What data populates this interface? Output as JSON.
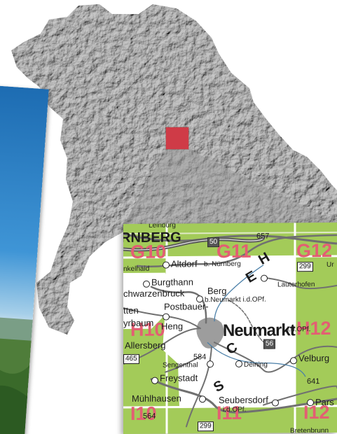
{
  "overview": {
    "relief_color": "#c9c9c9",
    "locator_color": "#cf3b47"
  },
  "map_sheet": {
    "grid_labels": [
      "G10",
      "G11",
      "G12",
      "H10",
      "H12",
      "I10",
      "I11",
      "I12"
    ],
    "places": {
      "nurnberg": "RNBERG",
      "leinburg": "Leinburg",
      "altdorf": "Altdorf",
      "altdorf_suffix": "b. Nürnberg",
      "winkelhaid": "nkelhaid",
      "burgthann": "Burgthann",
      "schwarzenbruck": "chwarzenbruck",
      "berg": "Berg",
      "berg_suffix": "b.Neumarkt i.d.OPf.",
      "lauterhofen": "Lauterhofen",
      "postbauer": "Postbauer-",
      "heng": "Heng",
      "feucht": "tten",
      "pyrbaum": "yrbaum",
      "allersberg": "Allersberg",
      "neumarkt": "Neumarkt",
      "neumarkt_suffix": "i.d.OPf.",
      "sengenthal": "Sengenthal",
      "deining": "Deining",
      "velburg": "Velburg",
      "freystadt": "Freystadt",
      "muhlhausen": "Mühlhausen",
      "seubersdorf": "Seubersdorf",
      "seubersdorf_suffix": "i.d.OPf.",
      "parsberg": "Pars",
      "unterrieden": "Ur",
      "breitenbrunn": "Bretenbrunn"
    },
    "elevations": [
      "657",
      "584",
      "641",
      "564"
    ],
    "road_shields": [
      "299",
      "465",
      "56",
      "299",
      "50"
    ],
    "region_letters": [
      "H",
      "E",
      "C",
      "S"
    ],
    "colors": {
      "land": "#a3cb59",
      "town_area": "#ffffff",
      "grid_label": "#e35e73",
      "road": "#6f6f6f",
      "motorway": "#707070"
    }
  }
}
